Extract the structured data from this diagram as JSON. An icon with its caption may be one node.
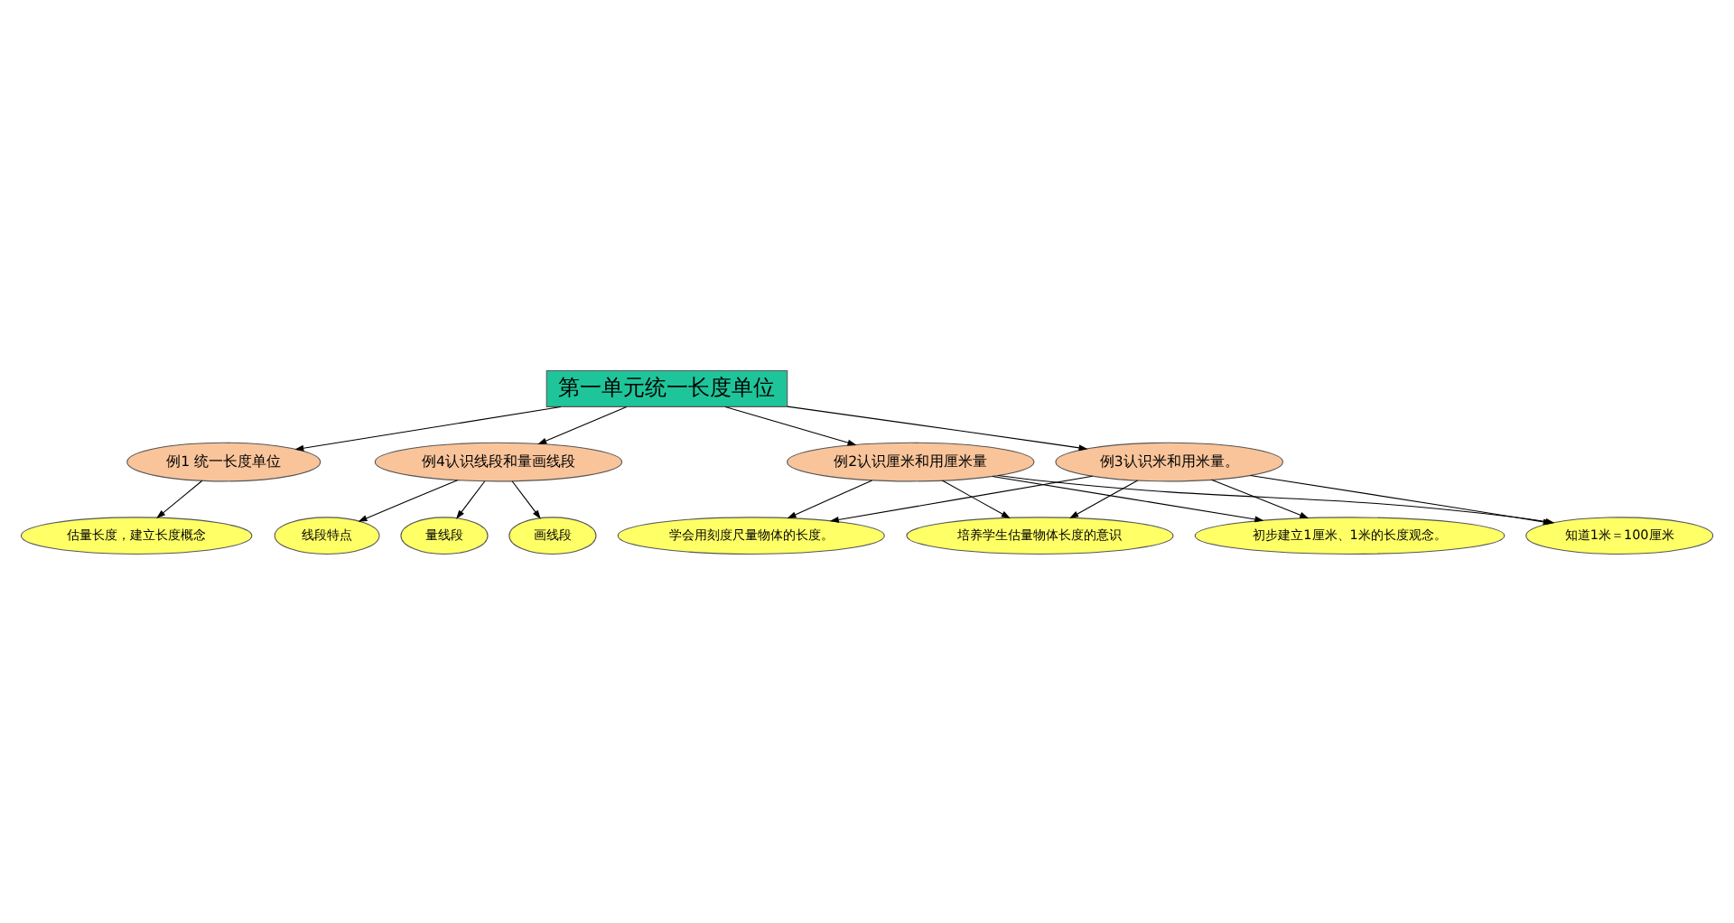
{
  "diagram": {
    "nodes": [
      {
        "text": [
          "估量长度，建立长度概念"
        ]
      },
      {
        "text": [
          "例1 统一长度单位"
        ]
      },
      {
        "text": [
          "第一单元统一长度单位"
        ]
      },
      {
        "text": [
          "线段特点"
        ]
      },
      {
        "text": [
          "量线段"
        ]
      },
      {
        "text": [
          "例4认识线段和量画线段"
        ]
      },
      {
        "text": [
          "例2认识厘米和用厘米量"
        ]
      },
      {
        "text": [
          "例3认识米和用米量。"
        ]
      },
      {
        "text": [
          "画线段"
        ]
      },
      {
        "text": [
          "初步建立1厘米、1米的长度观念。"
        ]
      },
      {
        "text": [
          "知道1米＝100厘米"
        ]
      },
      {
        "text": [
          "学会用刻度尺量物体的长度。"
        ]
      },
      {
        "text": [
          "培养学生估量物体长度的意识"
        ]
      }
    ],
    "edges": [
      {
        "from": 2,
        "to": 1,
        "arrow": "to"
      },
      {
        "from": 1,
        "to": 0,
        "arrow": "to"
      },
      {
        "from": 2,
        "to": 6,
        "arrow": "to"
      },
      {
        "from": 2,
        "to": 7,
        "arrow": "to"
      },
      {
        "from": 2,
        "to": 5,
        "arrow": "to"
      },
      {
        "from": 5,
        "to": 3,
        "arrow": "to"
      },
      {
        "from": 5,
        "to": 4,
        "arrow": "to"
      },
      {
        "from": 5,
        "to": 8,
        "arrow": "to"
      },
      {
        "from": 6,
        "to": 9,
        "arrow": "to"
      },
      {
        "from": 6,
        "to": 10,
        "arrow": "to"
      },
      {
        "from": 6,
        "to": 11,
        "arrow": "to"
      },
      {
        "from": 6,
        "to": 12,
        "arrow": "to"
      },
      {
        "from": 7,
        "to": 9,
        "arrow": "to"
      },
      {
        "from": 7,
        "to": 10,
        "arrow": "to"
      },
      {
        "from": 7,
        "to": 11,
        "arrow": "to"
      },
      {
        "from": 7,
        "to": 12,
        "arrow": "to"
      }
    ]
  }
}
